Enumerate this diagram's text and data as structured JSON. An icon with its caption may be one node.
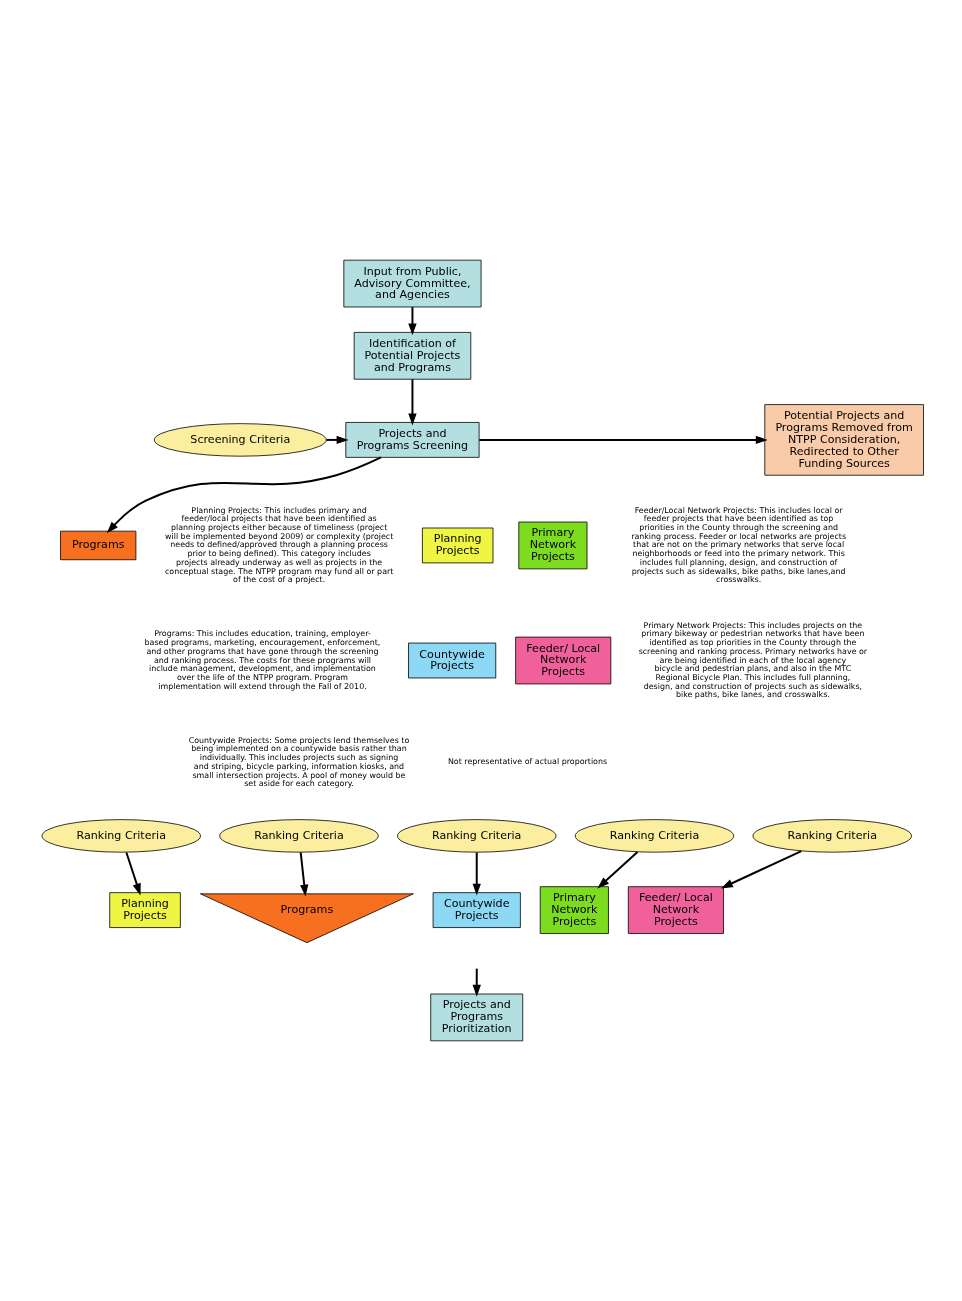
{
  "diagram": {
    "nodes": [
      {
        "text": [
          "Input from Public, Advisory Committee, and Agencies"
        ]
      },
      {
        "text": [
          "Identification of Potential Projects and Programs"
        ]
      },
      {
        "text": [
          "Projects and Programs Screening"
        ]
      },
      {
        "text": [
          "Screening Criteria"
        ]
      },
      {
        "text": [
          "Potential Projects and Programs Removed from NTPP Consideration, Redirected to Other Funding Sources"
        ]
      },
      {
        "text": [
          "Programs"
        ]
      },
      {
        "text": [
          "Primary Network Projects"
        ]
      },
      {
        "text": [
          "Planning Projects"
        ]
      },
      {
        "text": [
          "Countywide Projects"
        ]
      },
      {
        "text": [
          "Feeder/ Local Network Projects"
        ]
      },
      {
        "text": [
          "Ranking Criteria"
        ]
      },
      {
        "text": [
          "Ranking Criteria"
        ]
      },
      {
        "text": [
          "Ranking Criteria"
        ]
      },
      {
        "text": [
          "Ranking Criteria"
        ]
      },
      {
        "text": [
          "Ranking Criteria"
        ]
      },
      {
        "text": [
          "Planning Projects"
        ]
      },
      {
        "text": [
          "Programs"
        ]
      },
      {
        "text": [
          "Countywide Projects"
        ]
      },
      {
        "text": [
          "Primary Network Projects"
        ]
      },
      {
        "text": [
          "Feeder/ Local Network Projects"
        ]
      },
      {
        "text": [
          "Projects and Programs Prioritization"
        ]
      }
    ],
    "edges": [
      {
        "from": 0,
        "to": 1,
        "arrow": "to"
      },
      {
        "from": 1,
        "to": 2,
        "arrow": "to"
      },
      {
        "from": 3,
        "to": 2,
        "arrow": "to"
      },
      {
        "from": 2,
        "to": 4,
        "arrow": "to"
      },
      {
        "from": 2,
        "to": 5,
        "arrow": "to"
      },
      {
        "from": 10,
        "to": 15,
        "arrow": "to"
      },
      {
        "from": 11,
        "to": 16,
        "arrow": "to"
      },
      {
        "from": 12,
        "to": 17,
        "arrow": "to"
      },
      {
        "from": 13,
        "to": 18,
        "arrow": "to"
      },
      {
        "from": 14,
        "to": 19,
        "arrow": "to"
      },
      {
        "from": null,
        "to": 20,
        "arrow": "to"
      }
    ],
    "labels": [
      "Planning Projects: This includes primary and feeder/local projects that have been identified as planning projects either because of timeliness (project will be implemented beyond 2009) or complexity (project needs to defined/approved through a planning process prior to being defined). This category includes projects already underway as well as projects in the conceptual stage. The NTPP program may fund all or part of the cost of a project.",
      "Feeder/Local Network Projects: This includes local or feeder projects that have been identified as top priorities in the County through the screening and ranking process. Feeder or local networks are projects that are not on the primary networks that serve local neighborhoods or feed into the primary network. This includes full planning, design, and construction of projects such as sidewalks, bike paths, bike lanes,and crosswalks.",
      "Programs: This includes education, training, employer-based programs, marketing, encouragement, enforcement, and other programs that have gone through the screening and ranking process. The costs for these programs will include management, development, and implementation over the life of the NTPP program. Program implementation will extend through the Fall of 2010.",
      "Primary Network Projects: This includes projects on the primary bikeway or pedestrian networks that have been identified as top priorities in the County through the screening and ranking process. Primary networks have or are being identified in each of the local agency bicycle and pedestrian plans, and also in the MTC Regional Bicycle Plan. This includes full planning, design, and construction of projects such as sidewalks, bike paths, bike lanes, and crosswalks.",
      "Countywide Projects: Some projects lend themselves to being implemented on a countywide basis rather than individually. This includes projects such as signing and striping, bicycle parking, information kiosks, and small intersection projects. A pool of money would be set aside for each category.",
      "Not representative of actual proportions"
    ]
  }
}
